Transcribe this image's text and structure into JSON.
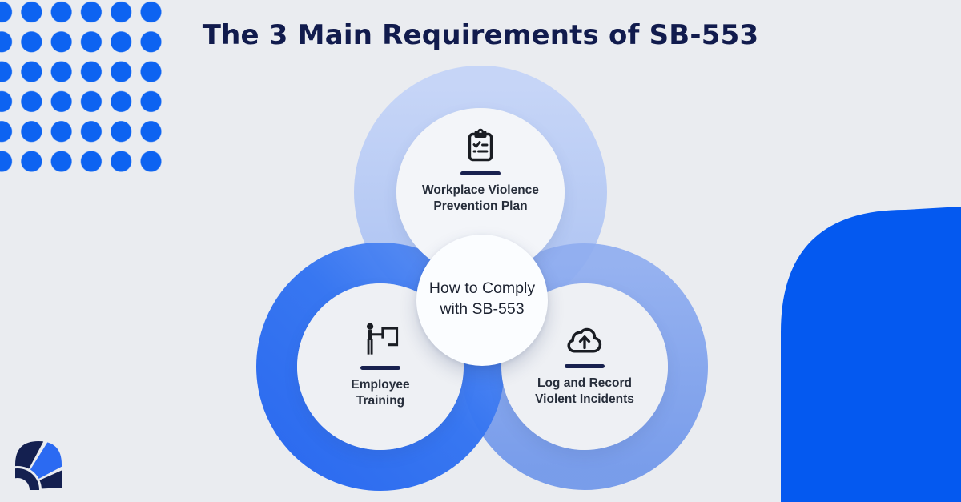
{
  "title": "The 3 Main Requirements of SB-553",
  "center_circle": {
    "line1": "How to Comply",
    "line2": "with SB-553"
  },
  "nodes": [
    {
      "id": "prevention-plan",
      "icon": "clipboard-checklist-icon",
      "line1": "Workplace Violence",
      "line2": "Prevention Plan"
    },
    {
      "id": "employee-training",
      "icon": "presenter-board-icon",
      "line1": "Employee",
      "line2": "Training"
    },
    {
      "id": "log-and-record",
      "icon": "cloud-upload-icon",
      "line1": "Log and Record",
      "line2": "Violent Incidents"
    }
  ],
  "colors": {
    "background": "#eaecf0",
    "title_navy": "#111b4d",
    "underline_navy": "#18214f",
    "icon_ink": "#1a1d23",
    "label_ink": "#272e3b",
    "dot_blue": "#0d63f1",
    "arch_blue": "#0459f0",
    "ring_top_light_blue": "#b9ccf3",
    "ring_left_blue": "#2e72f1",
    "ring_right_blue": "#7a9cec",
    "center_circle_bg": "#fbfdff",
    "logo_navy": "#142050",
    "logo_blue": "#2b6af2"
  }
}
